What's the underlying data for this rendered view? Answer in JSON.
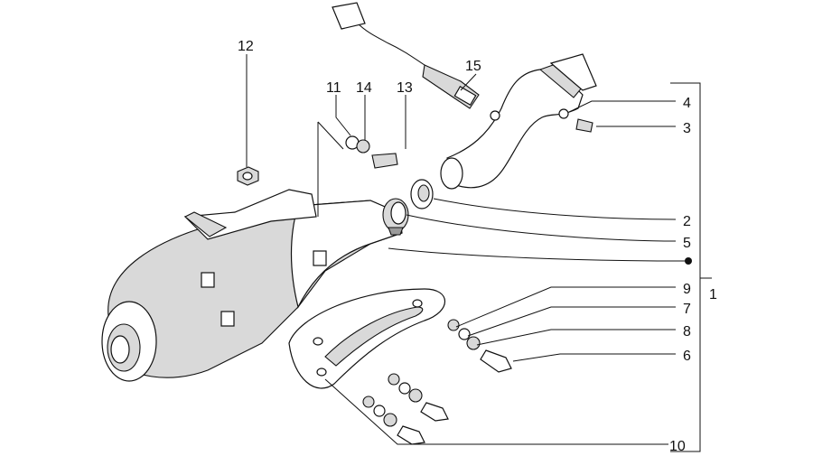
{
  "diagram": {
    "callouts": {
      "c1": "1",
      "c2": "2",
      "c3": "3",
      "c4": "4",
      "c5": "5",
      "c6": "6",
      "c7": "7",
      "c8": "8",
      "c9": "9",
      "c10": "10",
      "c11": "11",
      "c12": "12",
      "c13": "13",
      "c14": "14",
      "c15": "15"
    },
    "colors": {
      "line": "#111111",
      "background": "#ffffff",
      "shade": "#d9d9d9"
    }
  }
}
